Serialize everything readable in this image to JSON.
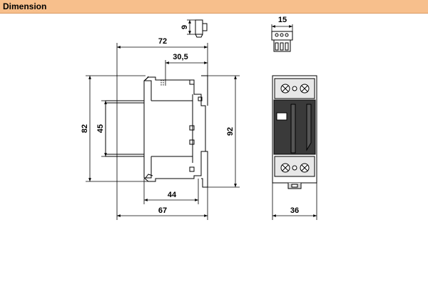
{
  "header": {
    "title": "Dimension"
  },
  "dimensions": {
    "side_width": "72",
    "side_offset": "30,5",
    "side_height_total": "82",
    "side_height_front": "45",
    "side_height_rail": "92",
    "side_depth_inner": "44",
    "side_depth_total": "67",
    "terminal_height": "9",
    "plug_width": "15",
    "front_width": "36"
  },
  "colors": {
    "header_bg": "#f7bf8c",
    "line": "#000000",
    "module": "#3a3a3a"
  }
}
